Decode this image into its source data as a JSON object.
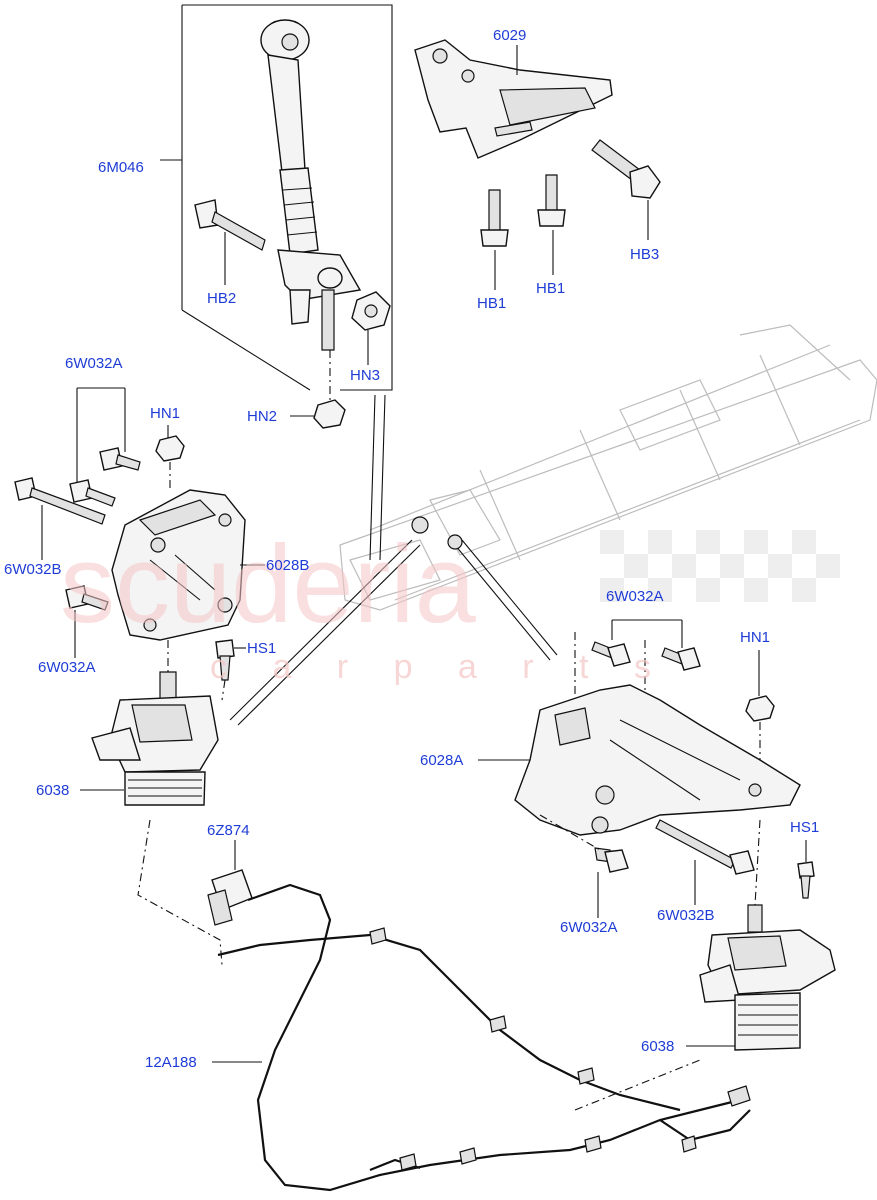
{
  "watermark": {
    "brand": "scuderia",
    "sub": "c a r   p a r t s"
  },
  "labels": {
    "l_6029": "6029",
    "l_6M046": "6M046",
    "l_HB2": "HB2",
    "l_HB1a": "HB1",
    "l_HB1b": "HB1",
    "l_HB3": "HB3",
    "l_HN3": "HN3",
    "l_HN2": "HN2",
    "l_6W032A_top": "6W032A",
    "l_HN1_left": "HN1",
    "l_6W032B_left": "6W032B",
    "l_6028B": "6028B",
    "l_6W032A_left": "6W032A",
    "l_HS1_left": "HS1",
    "l_6038_left": "6038",
    "l_6W032A_right": "6W032A",
    "l_HN1_right": "HN1",
    "l_6028A": "6028A",
    "l_HS1_right": "HS1",
    "l_6Z874": "6Z874",
    "l_6W032A_bottom": "6W032A",
    "l_6W032B_bottom": "6W032B",
    "l_12A188": "12A188",
    "l_6038_right": "6038"
  },
  "colors": {
    "label": "#1f3dd6",
    "line": "#111111",
    "frame": "#bcbcbc",
    "watermark": "#f5c6c6"
  }
}
